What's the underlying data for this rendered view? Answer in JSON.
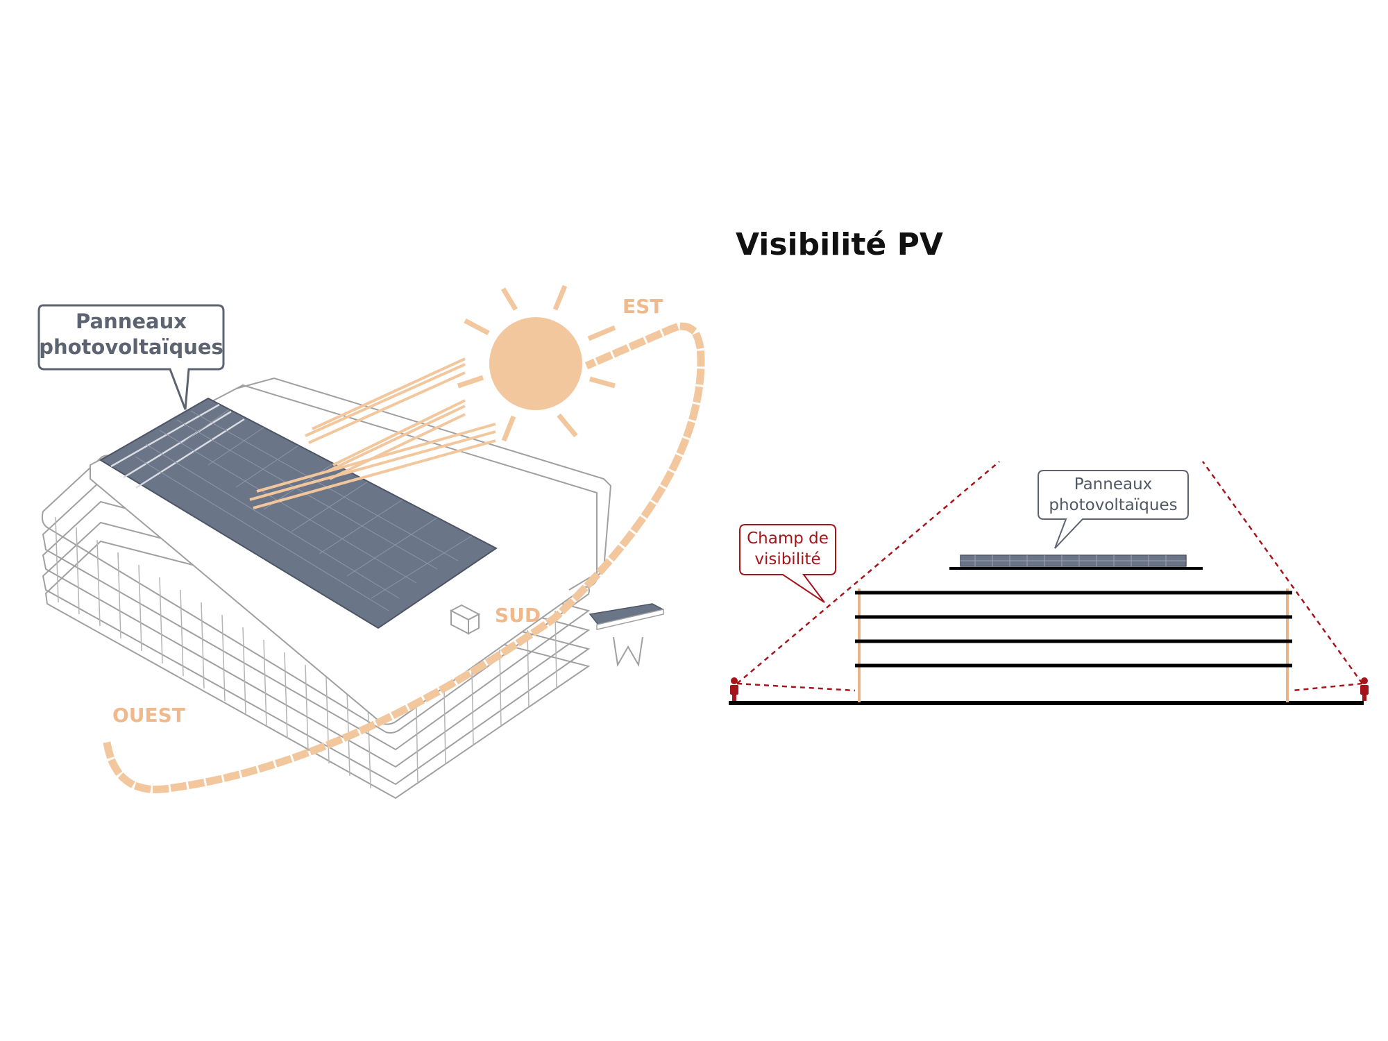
{
  "title": "Visibilité PV",
  "left_diagram": {
    "callout_panels": {
      "line1": "Panneaux",
      "line2": "photovoltaïques"
    },
    "compass": {
      "east": "EST",
      "south": "SUD",
      "west": "OUEST"
    }
  },
  "right_diagram": {
    "callout_panels": {
      "line1": "Panneaux",
      "line2": "photovoltaïques"
    },
    "callout_visibility": {
      "line1": "Champ de",
      "line2": "visibilité"
    }
  },
  "colors": {
    "sun": "#f2c79d",
    "sun_path": "#f2c79d",
    "label_orange": "#f0b98c",
    "panel_fill": "#6b7588",
    "building_line": "#9a9a9a",
    "callout_border": "#5b6470",
    "visibility_red": "#a6141b",
    "floor_black": "#000000",
    "column_orange": "#e9b48a"
  }
}
